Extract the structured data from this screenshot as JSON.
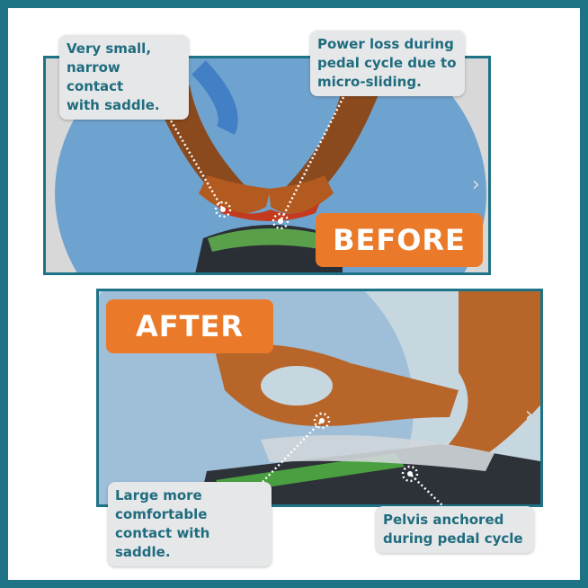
{
  "before": {
    "label": "BEFORE",
    "callout_left": "Very small,\nnarrow contact\nwith saddle.",
    "callout_right": "Power loss during\npedal cycle due to\nmicro-sliding."
  },
  "after": {
    "label": "AFTER",
    "callout_left": "Large more\ncomfortable\ncontact with saddle.",
    "callout_right": "Pelvis anchored\nduring pedal cycle"
  },
  "colors": {
    "frame": "#1f7387",
    "tag": "#ea7a2a",
    "callout_text": "#1f6c7f"
  }
}
